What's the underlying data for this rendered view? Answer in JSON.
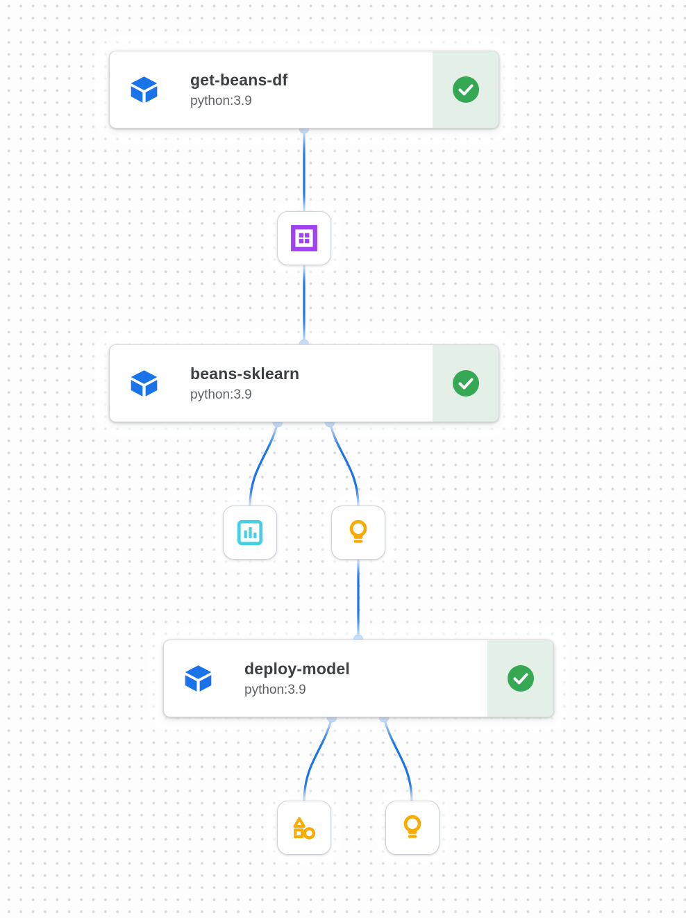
{
  "canvas": {
    "background": "#fdfdfe",
    "dot_color": "#d8dadb"
  },
  "colors": {
    "canvas_bg": "#fdfdfe",
    "dot_color": "#d8dadb",
    "edge_blue": "#1a73e8",
    "success_green": "#34a853",
    "success_bg": "#e4efe7",
    "dataset_purple": "#a142f4",
    "metrics_teal": "#44cfe3",
    "artifact_amber": "#f9ab00",
    "card_border": "#d6d9dc",
    "box_border": "#ced4d9",
    "title_color": "#3c4043",
    "subtitle_color": "#5f6368"
  },
  "nodes": [
    {
      "id": "get-beans-df",
      "title": "get-beans-df",
      "subtitle": "python:3.9",
      "icon": "cube-icon",
      "status": "succeeded",
      "status_icon": "check-circle-icon"
    },
    {
      "id": "beans-sklearn",
      "title": "beans-sklearn",
      "subtitle": "python:3.9",
      "icon": "cube-icon",
      "status": "succeeded",
      "status_icon": "check-circle-icon"
    },
    {
      "id": "deploy-model",
      "title": "deploy-model",
      "subtitle": "python:3.9",
      "icon": "cube-icon",
      "status": "succeeded",
      "status_icon": "check-circle-icon"
    }
  ],
  "artifacts": [
    {
      "id": "dataset-artifact",
      "icon": "dataset-grid-icon",
      "color": "#a142f4"
    },
    {
      "id": "metrics-artifact",
      "icon": "bar-chart-icon",
      "color": "#44cfe3"
    },
    {
      "id": "model-artifact-1",
      "icon": "lightbulb-icon",
      "color": "#f9ab00"
    },
    {
      "id": "shapes-artifact",
      "icon": "shapes-icon",
      "color": "#f9ab00"
    },
    {
      "id": "model-artifact-2",
      "icon": "lightbulb-icon",
      "color": "#f9ab00"
    }
  ]
}
